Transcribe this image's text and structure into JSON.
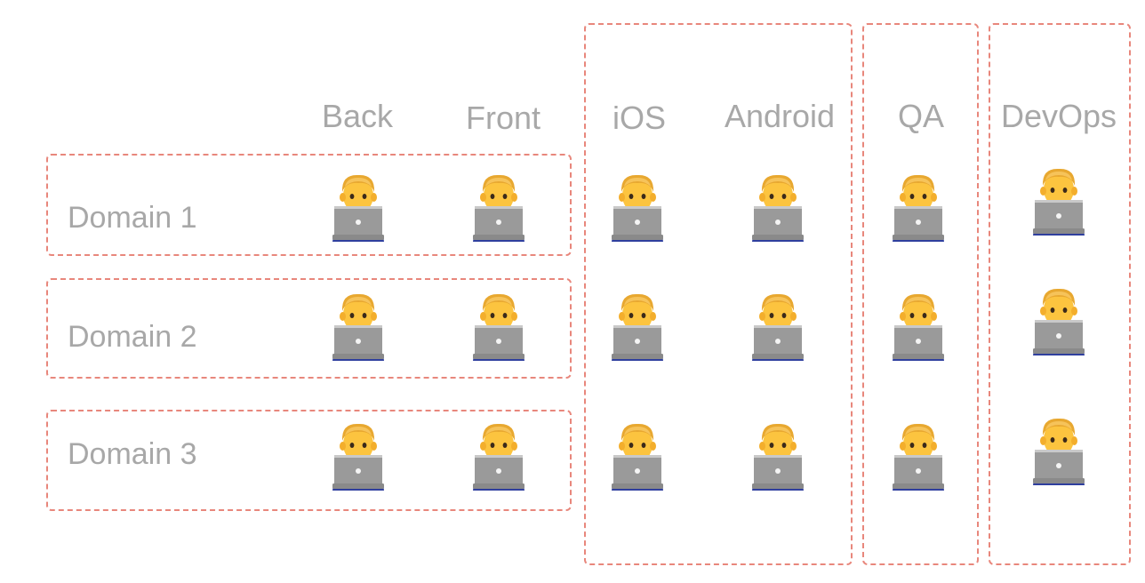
{
  "columns": [
    {
      "id": "back",
      "label": "Back"
    },
    {
      "id": "front",
      "label": "Front"
    },
    {
      "id": "ios",
      "label": "iOS"
    },
    {
      "id": "android",
      "label": "Android"
    },
    {
      "id": "qa",
      "label": "QA"
    },
    {
      "id": "devops",
      "label": "DevOps"
    }
  ],
  "rows": [
    {
      "label": "Domain 1"
    },
    {
      "label": "Domain 2"
    },
    {
      "label": "Domain 3"
    }
  ],
  "icons": {
    "person": "technologist-man-icon"
  },
  "colors": {
    "dashed_border": "#e8877c",
    "label_text": "#a8a8a8"
  }
}
